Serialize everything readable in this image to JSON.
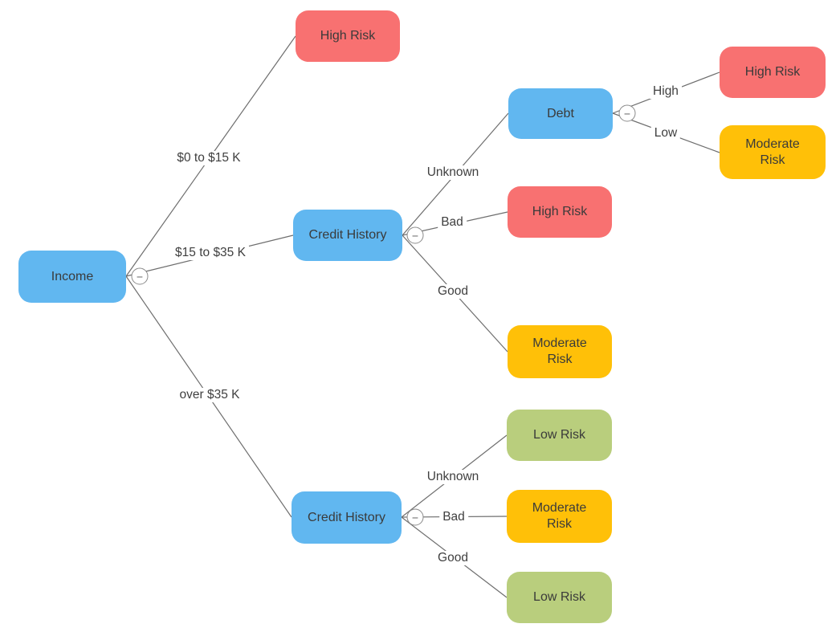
{
  "diagram": {
    "type": "decision-tree",
    "collapse_symbol": "−",
    "colors": {
      "decision_node": "#61B7F0",
      "high_risk_node": "#F87171",
      "moderate_risk_node": "#FFC008",
      "low_risk_node": "#B9CE7D",
      "edge_line": "#6e6e6e",
      "text": "#3a3a3a"
    },
    "nodes": [
      {
        "id": "income",
        "label": "Income",
        "kind": "decision"
      },
      {
        "id": "high_risk_1",
        "label": "High Risk",
        "kind": "high-risk"
      },
      {
        "id": "credit_history_1",
        "label": "Credit History",
        "kind": "decision"
      },
      {
        "id": "debt",
        "label": "Debt",
        "kind": "decision"
      },
      {
        "id": "high_risk_2",
        "label": "High Risk",
        "kind": "high-risk"
      },
      {
        "id": "moderate_risk_1",
        "label": "Moderate Risk",
        "kind": "moderate-risk"
      },
      {
        "id": "high_risk_3",
        "label": "High Risk",
        "kind": "high-risk"
      },
      {
        "id": "moderate_risk_2",
        "label": "Moderate Risk",
        "kind": "moderate-risk"
      },
      {
        "id": "credit_history_2",
        "label": "Credit History",
        "kind": "decision"
      },
      {
        "id": "low_risk_1",
        "label": "Low Risk",
        "kind": "low-risk"
      },
      {
        "id": "moderate_risk_3",
        "label": "Moderate Risk",
        "kind": "moderate-risk"
      },
      {
        "id": "low_risk_2",
        "label": "Low Risk",
        "kind": "low-risk"
      }
    ],
    "edges": [
      {
        "from": "income",
        "to": "high_risk_1",
        "label": "$0 to $15 K"
      },
      {
        "from": "income",
        "to": "credit_history_1",
        "label": "$15 to $35 K"
      },
      {
        "from": "income",
        "to": "credit_history_2",
        "label": "over $35 K"
      },
      {
        "from": "credit_history_1",
        "to": "debt",
        "label": "Unknown"
      },
      {
        "from": "credit_history_1",
        "to": "high_risk_3",
        "label": "Bad"
      },
      {
        "from": "credit_history_1",
        "to": "moderate_risk_2",
        "label": "Good"
      },
      {
        "from": "debt",
        "to": "high_risk_2",
        "label": "High"
      },
      {
        "from": "debt",
        "to": "moderate_risk_1",
        "label": "Low"
      },
      {
        "from": "credit_history_2",
        "to": "low_risk_1",
        "label": "Unknown"
      },
      {
        "from": "credit_history_2",
        "to": "moderate_risk_3",
        "label": "Bad"
      },
      {
        "from": "credit_history_2",
        "to": "low_risk_2",
        "label": "Good"
      }
    ]
  }
}
